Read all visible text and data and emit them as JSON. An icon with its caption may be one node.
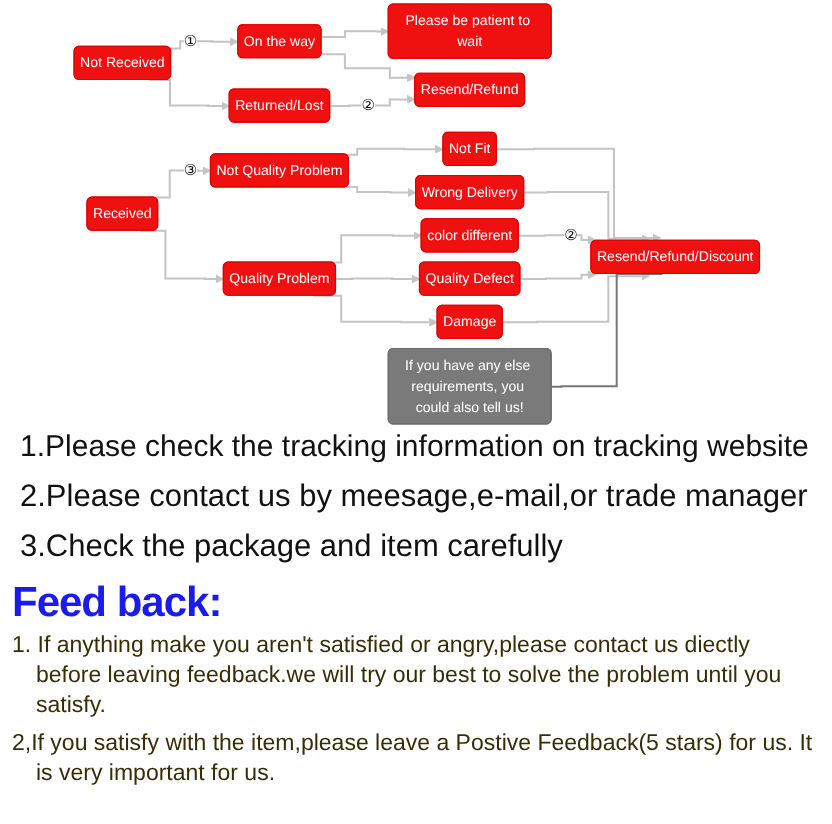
{
  "diagram": {
    "nodes": [
      {
        "text": [
          "Not Received"
        ]
      },
      {
        "text": [
          "On the way"
        ]
      },
      {
        "text": [
          "Returned/Lost"
        ]
      },
      {
        "text": [
          "Please be patient to wait"
        ]
      },
      {
        "text": [
          "Resend/Refund"
        ]
      },
      {
        "text": [
          "Received"
        ]
      },
      {
        "text": [
          "Not Quality Problem"
        ]
      },
      {
        "text": [
          "Quality Problem"
        ]
      },
      {
        "text": [
          "Not Fit"
        ]
      },
      {
        "text": [
          "Wrong Delivery"
        ]
      },
      {
        "text": [
          "color different"
        ]
      },
      {
        "text": [
          "Quality Defect"
        ]
      },
      {
        "text": [
          "Damage"
        ]
      },
      {
        "text": [
          "Resend/Refund/Discount"
        ]
      },
      {
        "text": [
          "If you have any else requirements, you could also tell us!"
        ]
      }
    ],
    "edges": [
      {
        "from": 0,
        "to": 1,
        "arrow": "to",
        "label": "①"
      },
      {
        "from": 0,
        "to": 2,
        "arrow": "to"
      },
      {
        "from": 1,
        "to": 3,
        "arrow": "to"
      },
      {
        "from": 1,
        "to": 4,
        "arrow": "to"
      },
      {
        "from": 2,
        "to": 4,
        "arrow": "to",
        "label": "②"
      },
      {
        "from": 5,
        "to": 6,
        "arrow": "to",
        "label": "③"
      },
      {
        "from": 5,
        "to": 7,
        "arrow": "to"
      },
      {
        "from": 6,
        "to": 8,
        "arrow": "to"
      },
      {
        "from": 6,
        "to": 9,
        "arrow": "to"
      },
      {
        "from": 7,
        "to": 10,
        "arrow": "to"
      },
      {
        "from": 7,
        "to": 11,
        "arrow": "to"
      },
      {
        "from": 7,
        "to": 12,
        "arrow": "to"
      },
      {
        "from": 8,
        "to": 13,
        "arrow": "to"
      },
      {
        "from": 9,
        "to": 13,
        "arrow": "to"
      },
      {
        "from": 10,
        "to": 13,
        "arrow": "to",
        "label": "②"
      },
      {
        "from": 11,
        "to": 13,
        "arrow": "to"
      },
      {
        "from": 12,
        "to": 13,
        "arrow": "to"
      },
      {
        "from": 14,
        "to": 13,
        "arrow": "none",
        "color": "#777777"
      }
    ],
    "labels": [
      "1.Please check the tracking information on tracking website",
      "2.Please contact us by meesage,e-mail,or trade manager",
      "3.Check the package and item carefully",
      "Feed back:",
      "1. If anything make you aren't satisfied or angry,please contact us diectly before leaving feedback.we will try our best to solve the problem until you satisfy.",
      "2,If you satisfy with the item,please leave a Postive Feedback(5 stars) for us. It is very important for us."
    ]
  }
}
